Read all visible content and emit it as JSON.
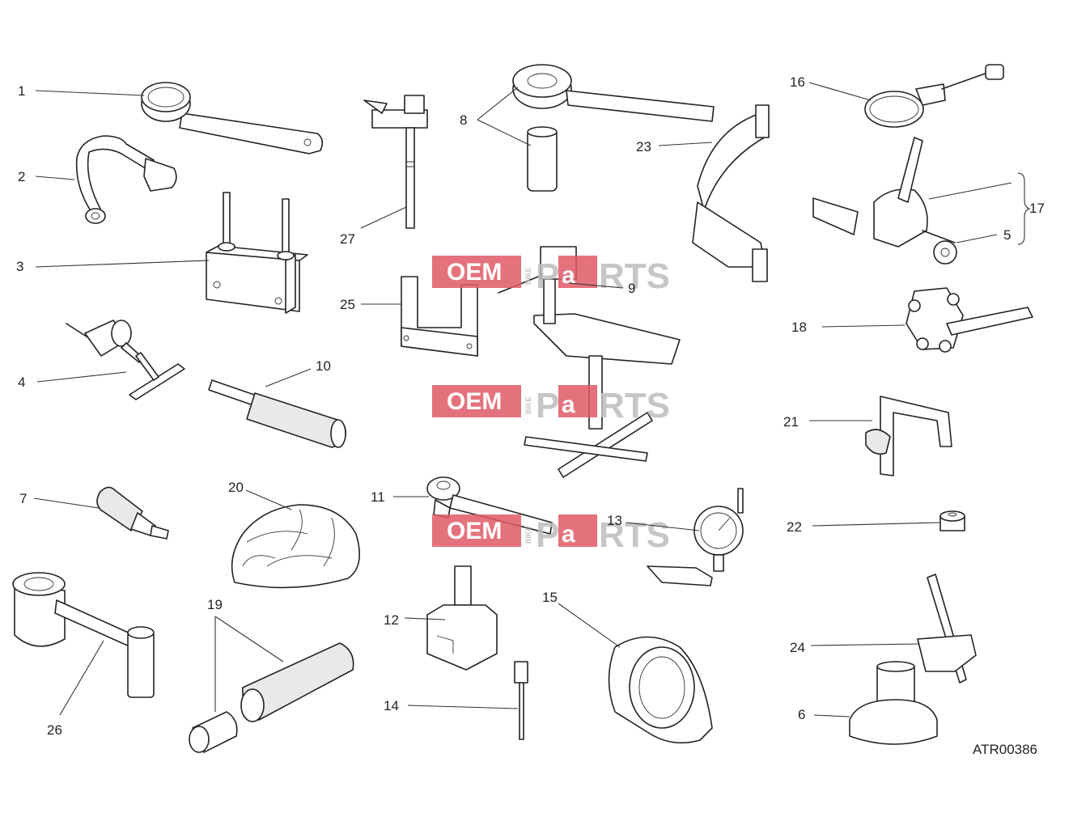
{
  "drawing_code": "ATR00386",
  "watermark": {
    "oem": "OEM",
    "bike": "BIKE",
    "p": "P",
    "a": "a",
    "rts": "RTS"
  },
  "callouts": [
    {
      "label": "1"
    },
    {
      "label": "2"
    },
    {
      "label": "3"
    },
    {
      "label": "4"
    },
    {
      "label": "5"
    },
    {
      "label": "6"
    },
    {
      "label": "7"
    },
    {
      "label": "8"
    },
    {
      "label": "9"
    },
    {
      "label": "10"
    },
    {
      "label": "11"
    },
    {
      "label": "12"
    },
    {
      "label": "13"
    },
    {
      "label": "14"
    },
    {
      "label": "15"
    },
    {
      "label": "16"
    },
    {
      "label": "17"
    },
    {
      "label": "18"
    },
    {
      "label": "19"
    },
    {
      "label": "20"
    },
    {
      "label": "21"
    },
    {
      "label": "22"
    },
    {
      "label": "23"
    },
    {
      "label": "24"
    },
    {
      "label": "25"
    },
    {
      "label": "26"
    },
    {
      "label": "27"
    }
  ],
  "colors": {
    "line": "#222222",
    "watermark_red": "#e05a66",
    "watermark_grey": "#bdbdbd"
  }
}
